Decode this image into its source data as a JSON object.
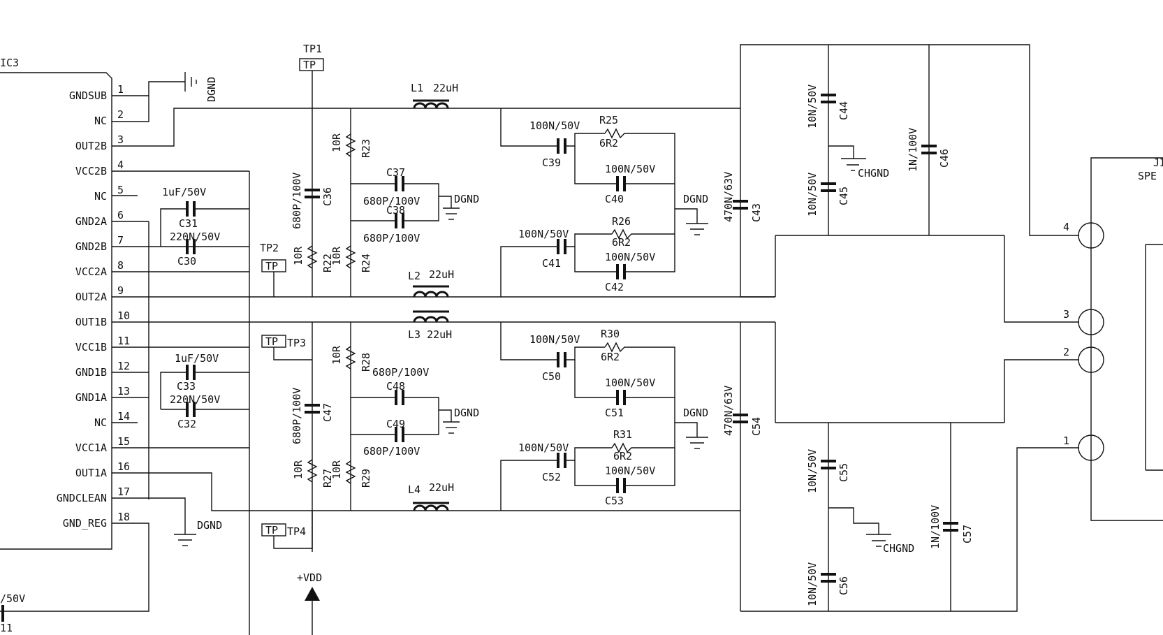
{
  "ic": {
    "ref": "IC3",
    "pins": [
      {
        "num": "1",
        "name": "GNDSUB"
      },
      {
        "num": "2",
        "name": "NC"
      },
      {
        "num": "3",
        "name": "OUT2B"
      },
      {
        "num": "4",
        "name": "VCC2B"
      },
      {
        "num": "5",
        "name": "NC"
      },
      {
        "num": "6",
        "name": "GND2A"
      },
      {
        "num": "7",
        "name": "GND2B"
      },
      {
        "num": "8",
        "name": "VCC2A"
      },
      {
        "num": "9",
        "name": "OUT2A"
      },
      {
        "num": "10",
        "name": "OUT1B"
      },
      {
        "num": "11",
        "name": "VCC1B"
      },
      {
        "num": "12",
        "name": "GND1B"
      },
      {
        "num": "13",
        "name": "GND1A"
      },
      {
        "num": "14",
        "name": "NC"
      },
      {
        "num": "15",
        "name": "VCC1A"
      },
      {
        "num": "16",
        "name": "OUT1A"
      },
      {
        "num": "17",
        "name": "GNDCLEAN"
      },
      {
        "num": "18",
        "name": "GND_REG"
      }
    ]
  },
  "nets": {
    "dgnd": "DGND",
    "chgnd": "CHGND",
    "vdd": "+VDD"
  },
  "testpoints": {
    "tp": "TP",
    "tp1": "TP1",
    "tp2": "TP2",
    "tp3": "TP3",
    "tp4": "TP4"
  },
  "inductors": [
    {
      "ref": "L1",
      "value": "22uH"
    },
    {
      "ref": "L2",
      "value": "22uH"
    },
    {
      "ref": "L3 22uH",
      "value": ""
    },
    {
      "ref": "L4",
      "value": "22uH"
    }
  ],
  "caps": {
    "c30": {
      "ref": "C30",
      "value": "220N/50V"
    },
    "c31": {
      "ref": "C31",
      "value": "1uF/50V"
    },
    "c32": {
      "ref": "C32",
      "value": "220N/50V"
    },
    "c33": {
      "ref": "C33",
      "value": "1uF/50V"
    },
    "c36": {
      "ref": "C36",
      "value": "680P/100V"
    },
    "c37": {
      "ref": "C37",
      "value": "680P/100V"
    },
    "c38": {
      "ref": "C38",
      "value": "680P/100V"
    },
    "c39": {
      "ref": "C39",
      "value": "100N/50V"
    },
    "c40": {
      "ref": "C40",
      "value": "100N/50V"
    },
    "c41": {
      "ref": "C41",
      "value": "100N/50V"
    },
    "c42": {
      "ref": "C42",
      "value": "100N/50V"
    },
    "c43": {
      "ref": "C43",
      "value": "470N/63V"
    },
    "c44": {
      "ref": "C44",
      "value": "10N/50V"
    },
    "c45": {
      "ref": "C45",
      "value": "10N/50V"
    },
    "c46": {
      "ref": "C46",
      "value": "1N/100V"
    },
    "c47": {
      "ref": "C47",
      "value": "680P/100V"
    },
    "c48": {
      "ref": "C48",
      "value": "680P/100V"
    },
    "c49": {
      "ref": "C49",
      "value": "680P/100V"
    },
    "c50": {
      "ref": "C50",
      "value": "100N/50V"
    },
    "c51": {
      "ref": "C51",
      "value": "100N/50V"
    },
    "c52": {
      "ref": "C52",
      "value": "100N/50V"
    },
    "c53": {
      "ref": "C53",
      "value": "100N/50V"
    },
    "c54": {
      "ref": "C54",
      "value": "470N/63V"
    },
    "c55": {
      "ref": "C55",
      "value": "10N/50V"
    },
    "c56": {
      "ref": "C56",
      "value": "10N/50V"
    },
    "c57": {
      "ref": "C57",
      "value": "1N/100V"
    },
    "c11": {
      "ref": "11",
      "value": "/50V"
    }
  },
  "resistors": {
    "r22": {
      "ref": "R22",
      "value": "10R"
    },
    "r23": {
      "ref": "R23",
      "value": "10R"
    },
    "r24": {
      "ref": "R24",
      "value": "10R"
    },
    "r25": {
      "ref": "R25",
      "value": "6R2"
    },
    "r26": {
      "ref": "R26",
      "value": "6R2"
    },
    "r27": {
      "ref": "R27",
      "value": "10R"
    },
    "r28": {
      "ref": "R28",
      "value": "10R"
    },
    "r29": {
      "ref": "R29",
      "value": "10R"
    },
    "r30": {
      "ref": "R30",
      "value": "6R2"
    },
    "r31": {
      "ref": "R31",
      "value": "6R2"
    }
  },
  "connector": {
    "ref_fragment": "JI",
    "name_fragment": "SPE",
    "pins": [
      {
        "num": "4"
      },
      {
        "num": "3"
      },
      {
        "num": "2"
      },
      {
        "num": "1"
      }
    ]
  }
}
